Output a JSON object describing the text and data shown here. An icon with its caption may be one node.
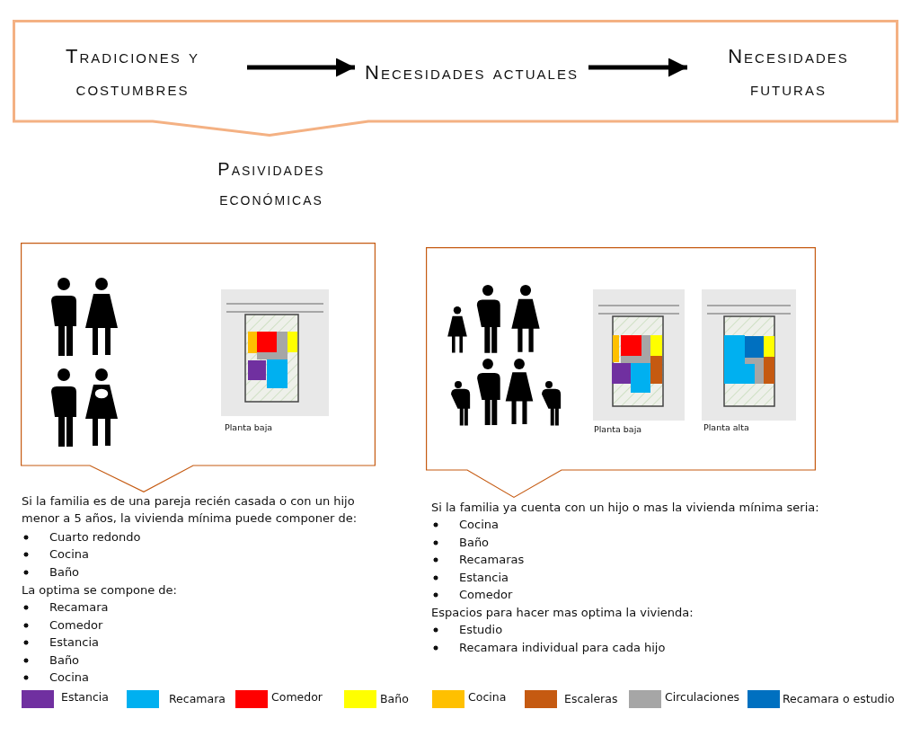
{
  "diagram": {
    "nodes": [
      {
        "text": [],
        "shape": "box"
      },
      {
        "text": [
          "Tradiciones y costumbres"
        ],
        "in": 0
      },
      {
        "text": [
          "Necesidades actuales"
        ],
        "in": 0
      },
      {
        "text": [
          "Necesidades futuras"
        ],
        "in": 0
      },
      {
        "text": [],
        "shape": "box"
      },
      {
        "text": [],
        "shape": "box"
      }
    ],
    "edges": [
      {
        "from": 1,
        "to": 2,
        "arrow": "to"
      },
      {
        "from": 2,
        "to": 3,
        "arrow": "to"
      }
    ],
    "labels": [
      "Pasividades económicas",
      "Planta baja",
      "Planta baja",
      "Planta alta",
      "Si la familia es de una pareja recién casada o con un hijo menor a 5 años, la vivienda mínima puede componer de:",
      "Cuarto redondo",
      "Cocina",
      "Baño",
      "La optima se compone de:",
      "Recamara",
      "Comedor",
      "Estancia",
      "Baño",
      "Cocina",
      "Si la familia ya cuenta con un hijo o mas la vivienda mínima seria:",
      "Cocina",
      "Baño",
      "Recamaras",
      "Estancia",
      "Comedor",
      "Espacios para hacer mas optima la vivienda:",
      "Estudio",
      "Recamara individual para cada hijo"
    ],
    "legend": [
      {
        "text": "Estancia",
        "color": "#7030a0"
      },
      {
        "text": "Recamara",
        "color": "#00b0f0"
      },
      {
        "text": "Comedor",
        "color": "#ff0000"
      },
      {
        "text": "Baño",
        "color": "#ffff00"
      },
      {
        "text": "Cocina",
        "color": "#ffc000"
      },
      {
        "text": "Escaleras",
        "color": "#c55a11"
      },
      {
        "text": "Circulaciones",
        "color": "#a6a6a6"
      },
      {
        "text": "Recamara o estudio",
        "color": "#0070c0"
      }
    ]
  }
}
